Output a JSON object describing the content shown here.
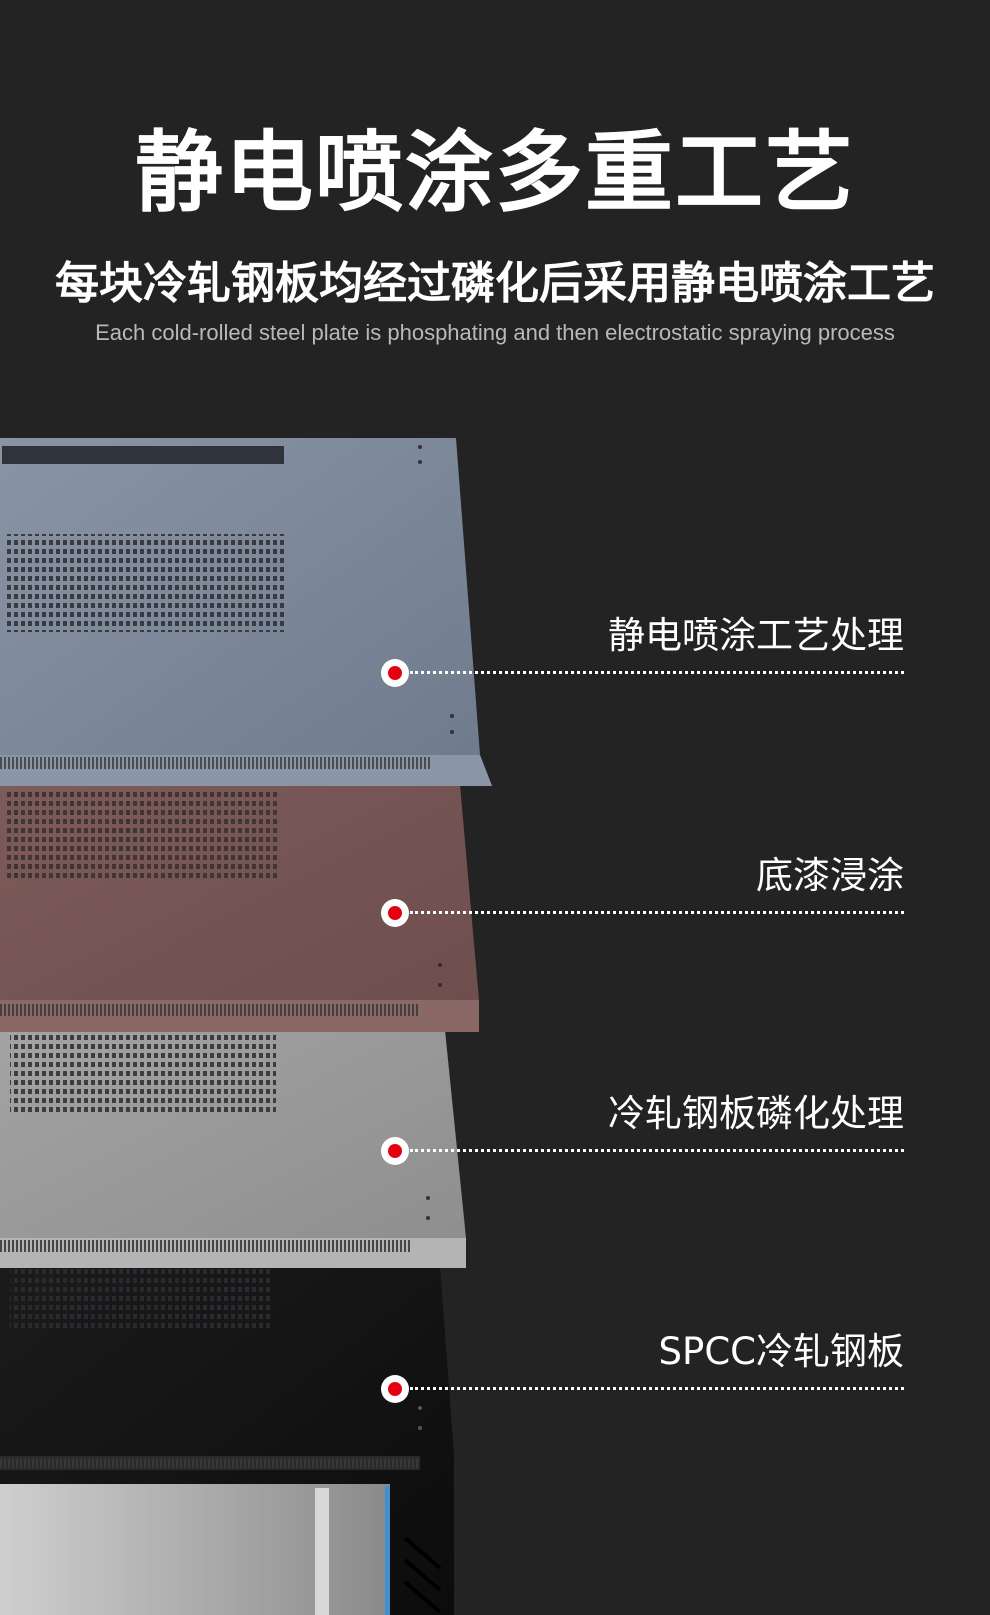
{
  "title": "静电喷涂多重工艺",
  "subtitle": "每块冷轧钢板均经过磷化后采用静电喷涂工艺",
  "subtitle_en": "Each cold-rolled steel plate is phosphating and then electrostatic spraying process",
  "layers": [
    {
      "label": "静电喷涂工艺处理",
      "color": "#7d8898"
    },
    {
      "label": "底漆浸涂",
      "color": "#7a5a58"
    },
    {
      "label": "冷轧钢板磷化处理",
      "color": "#9a9a9a"
    },
    {
      "label": "SPCC冷轧钢板",
      "color": "#141414"
    }
  ],
  "marker_colors": {
    "outer": "#ffffff",
    "inner": "#e50011"
  }
}
